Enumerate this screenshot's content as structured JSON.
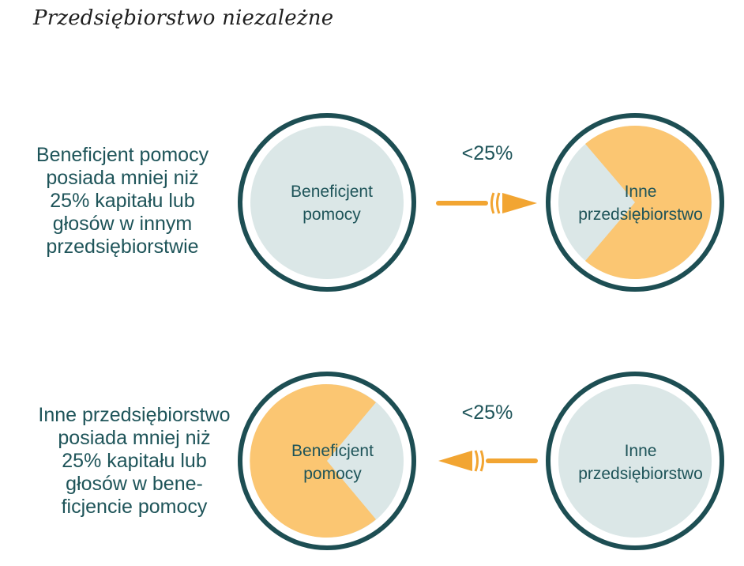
{
  "title": "Przedsiębiorstwo niezależne",
  "colors": {
    "ring": "#1d4e53",
    "inner_fill": "#dbe7e7",
    "share_fill": "#fbc672",
    "arrow": "#f2a532",
    "text": "#1e5459"
  },
  "rows": [
    {
      "description": "Beneficjent pomocy\nposiada mniej niż\n25% kapitału lub\ngłosów w innym\nprzedsiębiorstwie",
      "percent": "<25%",
      "left_circle": {
        "label_line1": "Beneficjent",
        "label_line2": "pomocy"
      },
      "right_circle": {
        "label_line1": "Inne",
        "label_line2": "przedsiębiorstwo"
      },
      "arrow_direction": "right",
      "highlighted_circle": "right"
    },
    {
      "description": "Inne przedsiębiorstwo\nposiada mniej niż\n25% kapitału lub\ngłosów w bene-\nficjencie pomocy",
      "percent": "<25%",
      "left_circle": {
        "label_line1": "Beneficjent",
        "label_line2": "pomocy"
      },
      "right_circle": {
        "label_line1": "Inne",
        "label_line2": "przedsiębiorstwo"
      },
      "arrow_direction": "left",
      "highlighted_circle": "left"
    }
  ]
}
